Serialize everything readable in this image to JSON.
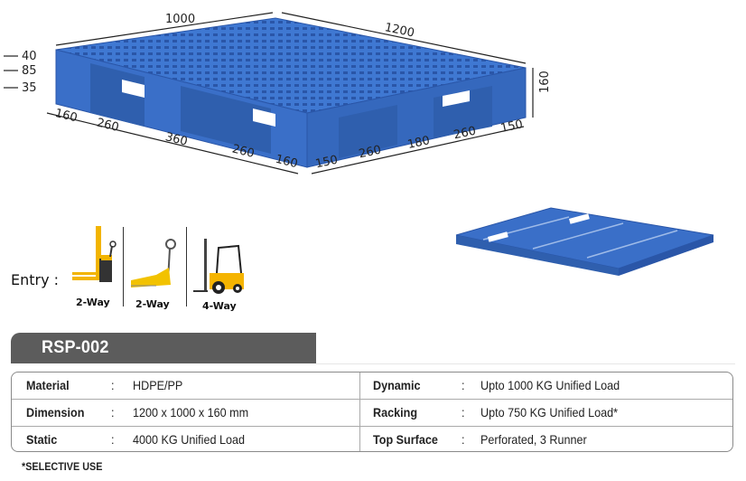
{
  "diagram": {
    "top_dims": [
      "1000",
      "1200"
    ],
    "height_left": [
      "40",
      "85",
      "35"
    ],
    "height_right": "160",
    "bottom_left": [
      "160",
      "260",
      "360",
      "260",
      "160"
    ],
    "bottom_right": [
      "150",
      "260",
      "180",
      "260",
      "150"
    ],
    "pallet_color": "#3a6fc8"
  },
  "entry": {
    "label": "Entry :",
    "types": [
      {
        "icon": "electric-stacker-icon",
        "label": "2-Way"
      },
      {
        "icon": "hand-pallet-truck-icon",
        "label": "2-Way"
      },
      {
        "icon": "forklift-icon",
        "label": "4-Way"
      }
    ]
  },
  "product": {
    "model": "RSP-002",
    "specs": [
      {
        "left_label": "Material",
        "left_value": "HDPE/PP",
        "right_label": "Dynamic",
        "right_value": "Upto 1000 KG Unified Load"
      },
      {
        "left_label": "Dimension",
        "left_value": "1200 x 1000 x 160 mm",
        "right_label": "Racking",
        "right_value": "Upto 750 KG Unified Load*"
      },
      {
        "left_label": "Static",
        "left_value": "4000 KG Unified Load",
        "right_label": "Top Surface",
        "right_value": "Perforated, 3 Runner"
      }
    ],
    "separator": ":",
    "footnote": "*SELECTIVE USE"
  }
}
